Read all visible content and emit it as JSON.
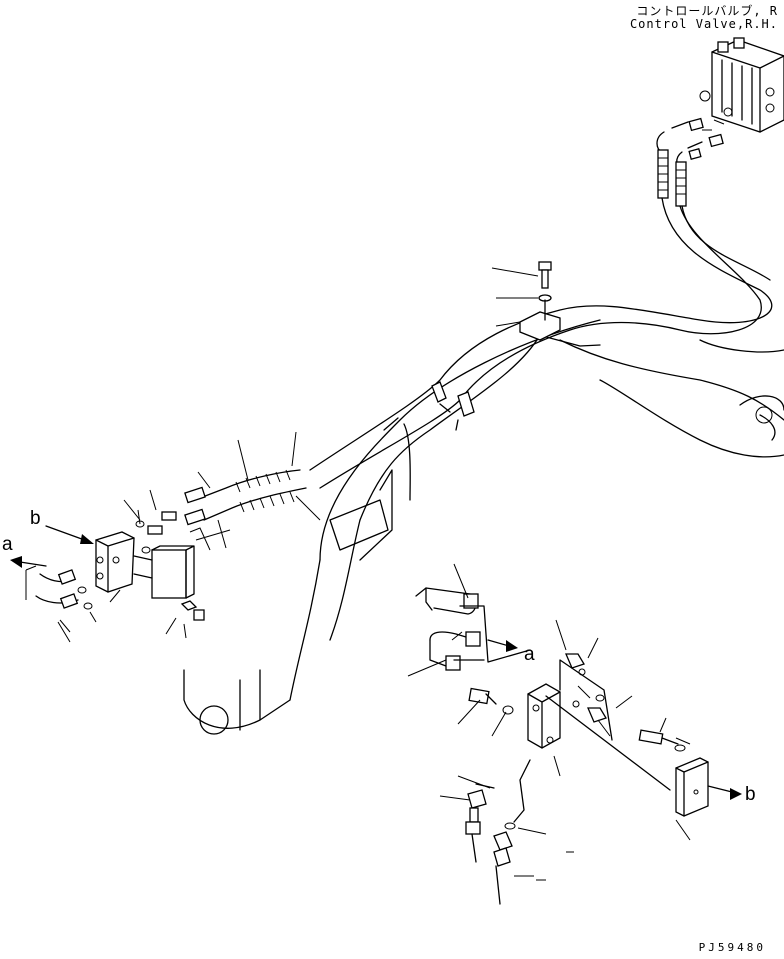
{
  "caption": {
    "japanese": "コントロールバルブ, R",
    "english": "Control Valve,R.H."
  },
  "figure_code": "PJ59480",
  "callouts": {
    "a_left": "a",
    "b_left": "b",
    "a_inset": "a",
    "b_inset": "b"
  },
  "colors": {
    "ink": "#000000",
    "paper": "#ffffff"
  }
}
